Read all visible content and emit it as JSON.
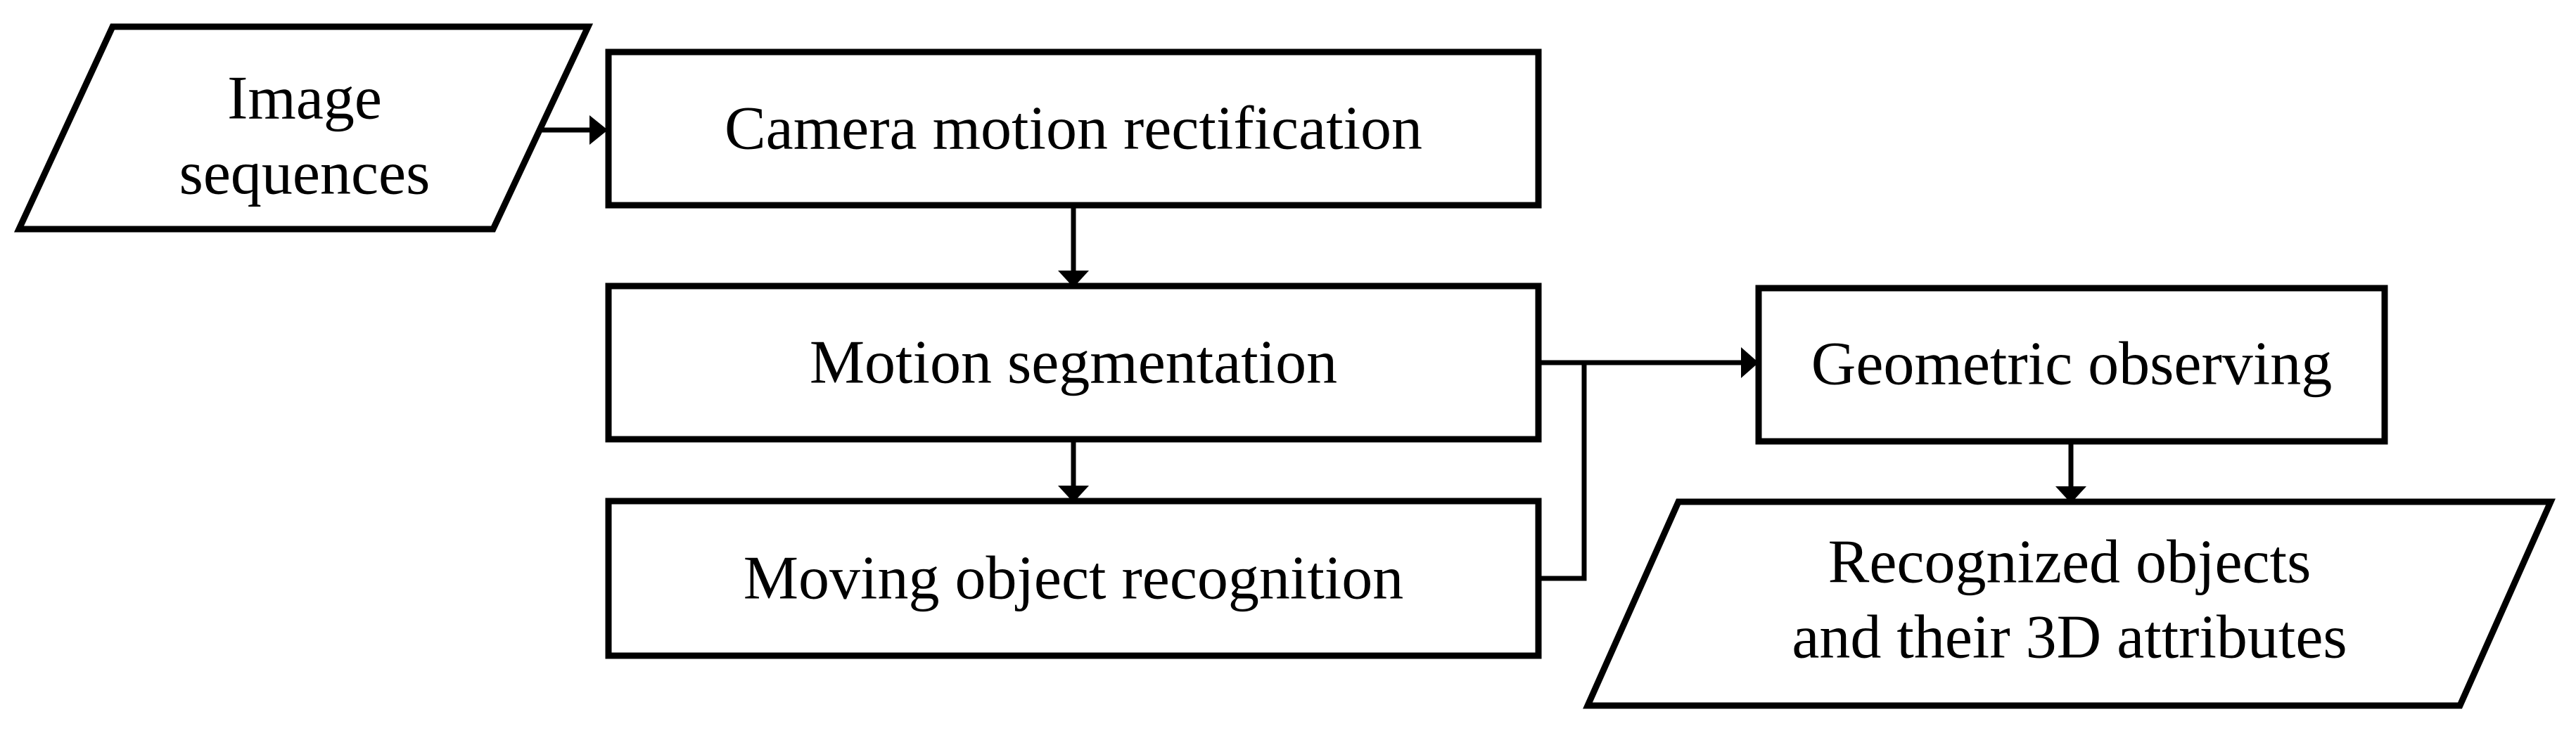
{
  "diagram": {
    "type": "flowchart",
    "title": "Moving object recognition pipeline flowchart",
    "colors": {
      "background": "#ffffff",
      "line": "#000000",
      "text": "#000000",
      "node_fill": "#ffffff"
    },
    "nodes": [
      {
        "id": "image-sequences",
        "shape": "parallelogram",
        "role": "input",
        "label": "Image sequences",
        "line1": "Image",
        "line2": "sequences"
      },
      {
        "id": "camera-motion-rectification",
        "shape": "rectangle",
        "role": "process",
        "label": "Camera motion rectification"
      },
      {
        "id": "motion-segmentation",
        "shape": "rectangle",
        "role": "process",
        "label": "Motion segmentation"
      },
      {
        "id": "moving-object-recognition",
        "shape": "rectangle",
        "role": "process",
        "label": "Moving object recognition"
      },
      {
        "id": "geometric-observing",
        "shape": "rectangle",
        "role": "process",
        "label": "Geometric observing"
      },
      {
        "id": "recognized-objects",
        "shape": "parallelogram",
        "role": "output",
        "label": "Recognized objects and their 3D attributes",
        "line1": "Recognized objects",
        "line2": "and their 3D attributes"
      }
    ],
    "edges": [
      {
        "from": "image-sequences",
        "to": "camera-motion-rectification",
        "style": "arrow-right"
      },
      {
        "from": "camera-motion-rectification",
        "to": "motion-segmentation",
        "style": "arrow-down"
      },
      {
        "from": "motion-segmentation",
        "to": "moving-object-recognition",
        "style": "arrow-down"
      },
      {
        "from": "motion-segmentation",
        "to": "geometric-observing",
        "style": "arrow-right"
      },
      {
        "from": "moving-object-recognition",
        "to": "geometric-observing",
        "style": "elbow-joins-shared-arrow"
      },
      {
        "from": "geometric-observing",
        "to": "recognized-objects",
        "style": "arrow-down"
      }
    ]
  }
}
